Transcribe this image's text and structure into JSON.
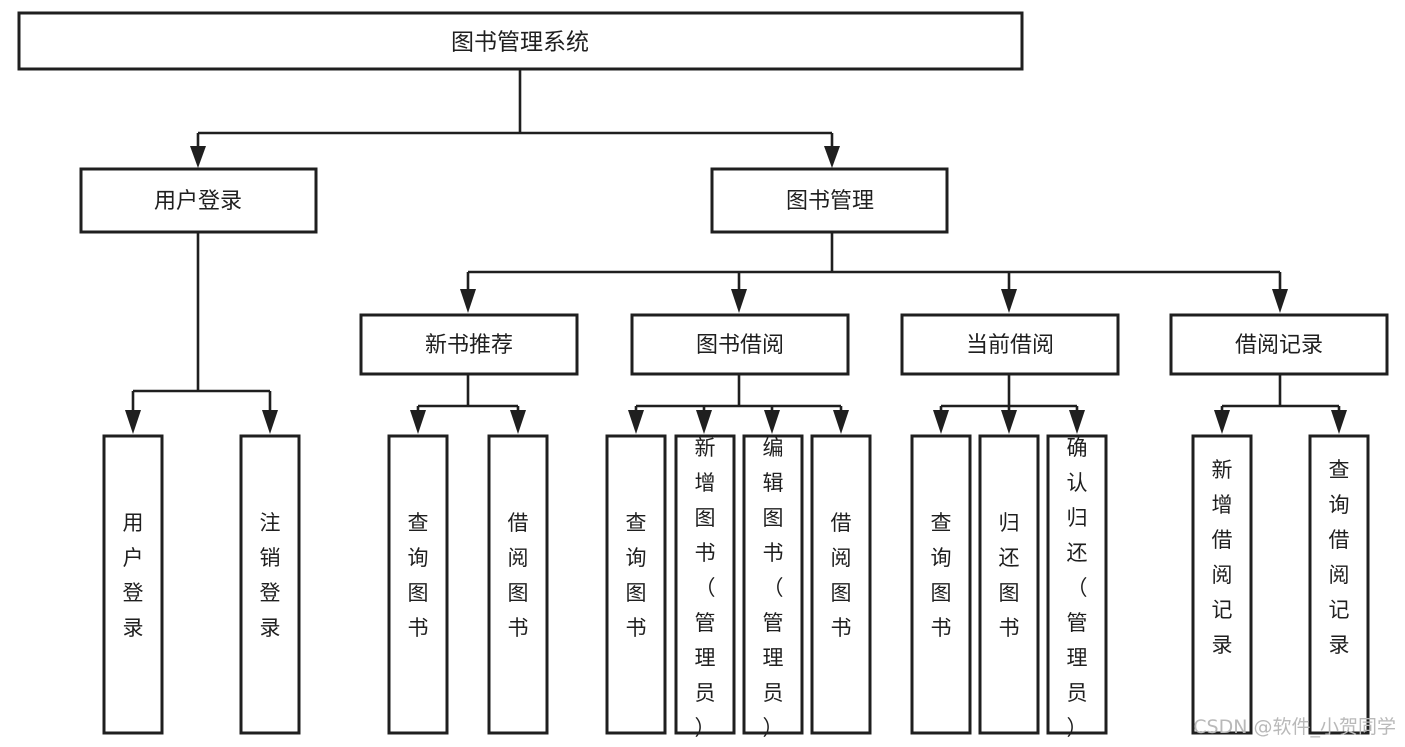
{
  "diagram": {
    "type": "tree-hierarchy-chart",
    "title": "图书管理系统",
    "orientation": "top-down",
    "colors": {
      "box_fill": "#ffffff",
      "box_stroke": "#1f1f1f",
      "text": "#1f1f1f",
      "background": "#ffffff",
      "watermark": "#b9b9b9"
    },
    "levels": {
      "root": {
        "label": "图书管理系统"
      },
      "level2": [
        {
          "label": "用户登录"
        },
        {
          "label": "图书管理"
        }
      ],
      "level3": [
        {
          "label": "新书推荐"
        },
        {
          "label": "图书借阅"
        },
        {
          "label": "当前借阅"
        },
        {
          "label": "借阅记录"
        }
      ],
      "leaves": {
        "user_login": [
          {
            "label": "用户登录"
          },
          {
            "label": "注销登录"
          }
        ],
        "new_book_recommend": [
          {
            "label": "查询图书"
          },
          {
            "label": "借阅图书"
          }
        ],
        "book_borrow": [
          {
            "label": "查询图书"
          },
          {
            "label": "新增图书（管理员）"
          },
          {
            "label": "编辑图书（管理员）"
          },
          {
            "label": "借阅图书"
          }
        ],
        "current_borrow": [
          {
            "label": "查询图书"
          },
          {
            "label": "归还图书"
          },
          {
            "label": "确认归还（管理员）"
          }
        ],
        "borrow_record": [
          {
            "label": "新增借阅记录"
          },
          {
            "label": "查询借阅记录"
          }
        ]
      }
    }
  },
  "watermark": {
    "text": "CSDN @软件_小贺同学"
  }
}
